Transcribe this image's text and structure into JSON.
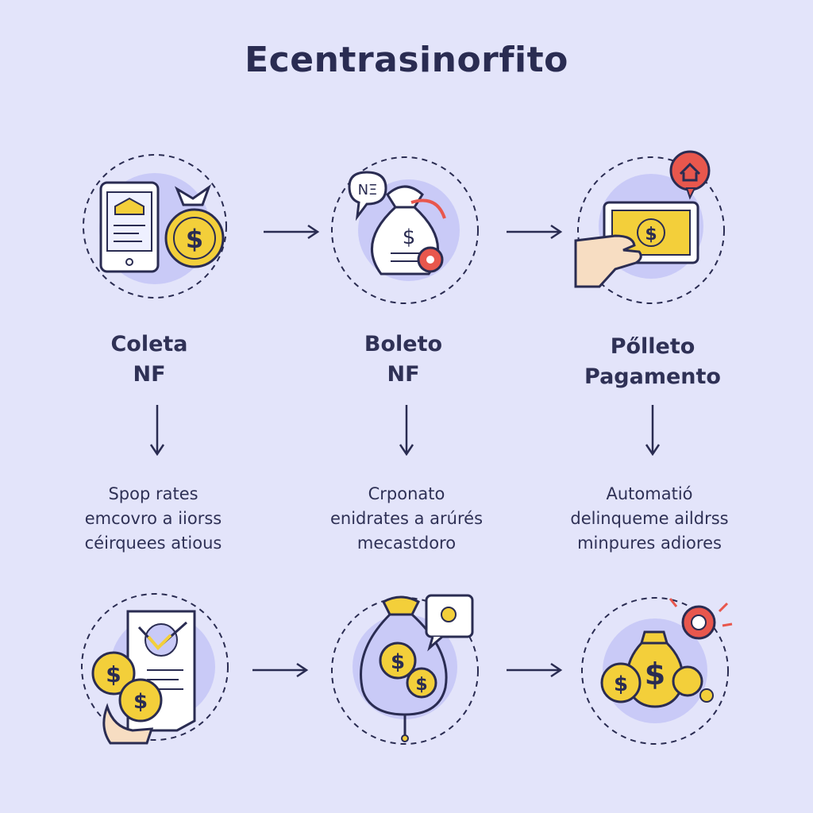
{
  "title": "Ecentrasinorfito",
  "steps": [
    {
      "title_lines": [
        "Coleta",
        "NF"
      ],
      "desc_lines": [
        "Spop rates",
        "emcovro a iiorss",
        "céirquees atious"
      ]
    },
    {
      "badge": "NΞ",
      "title_lines": [
        "Boleto",
        "NF"
      ],
      "desc_lines": [
        "Crponato",
        "enidrates a arúrés",
        "mecastdoro"
      ]
    },
    {
      "title_lines": [
        "Pőlleto",
        "Pagamento"
      ],
      "desc_lines": [
        "Automatió",
        "delinqueme aildrss",
        "minpures adiores"
      ]
    }
  ],
  "colors": {
    "background": "#e3e4fa",
    "accent_yellow": "#f3cf3a",
    "accent_red": "#e8574d",
    "ink": "#2a2c52",
    "halo": "#c9caf7"
  },
  "icons": [
    "tablet-receipt-icon",
    "money-bag-icon",
    "speech-bubble-icon",
    "cash-note-icon",
    "hand-icon",
    "home-alert-icon",
    "document-check-icon",
    "coin-icon",
    "location-pin-icon"
  ]
}
